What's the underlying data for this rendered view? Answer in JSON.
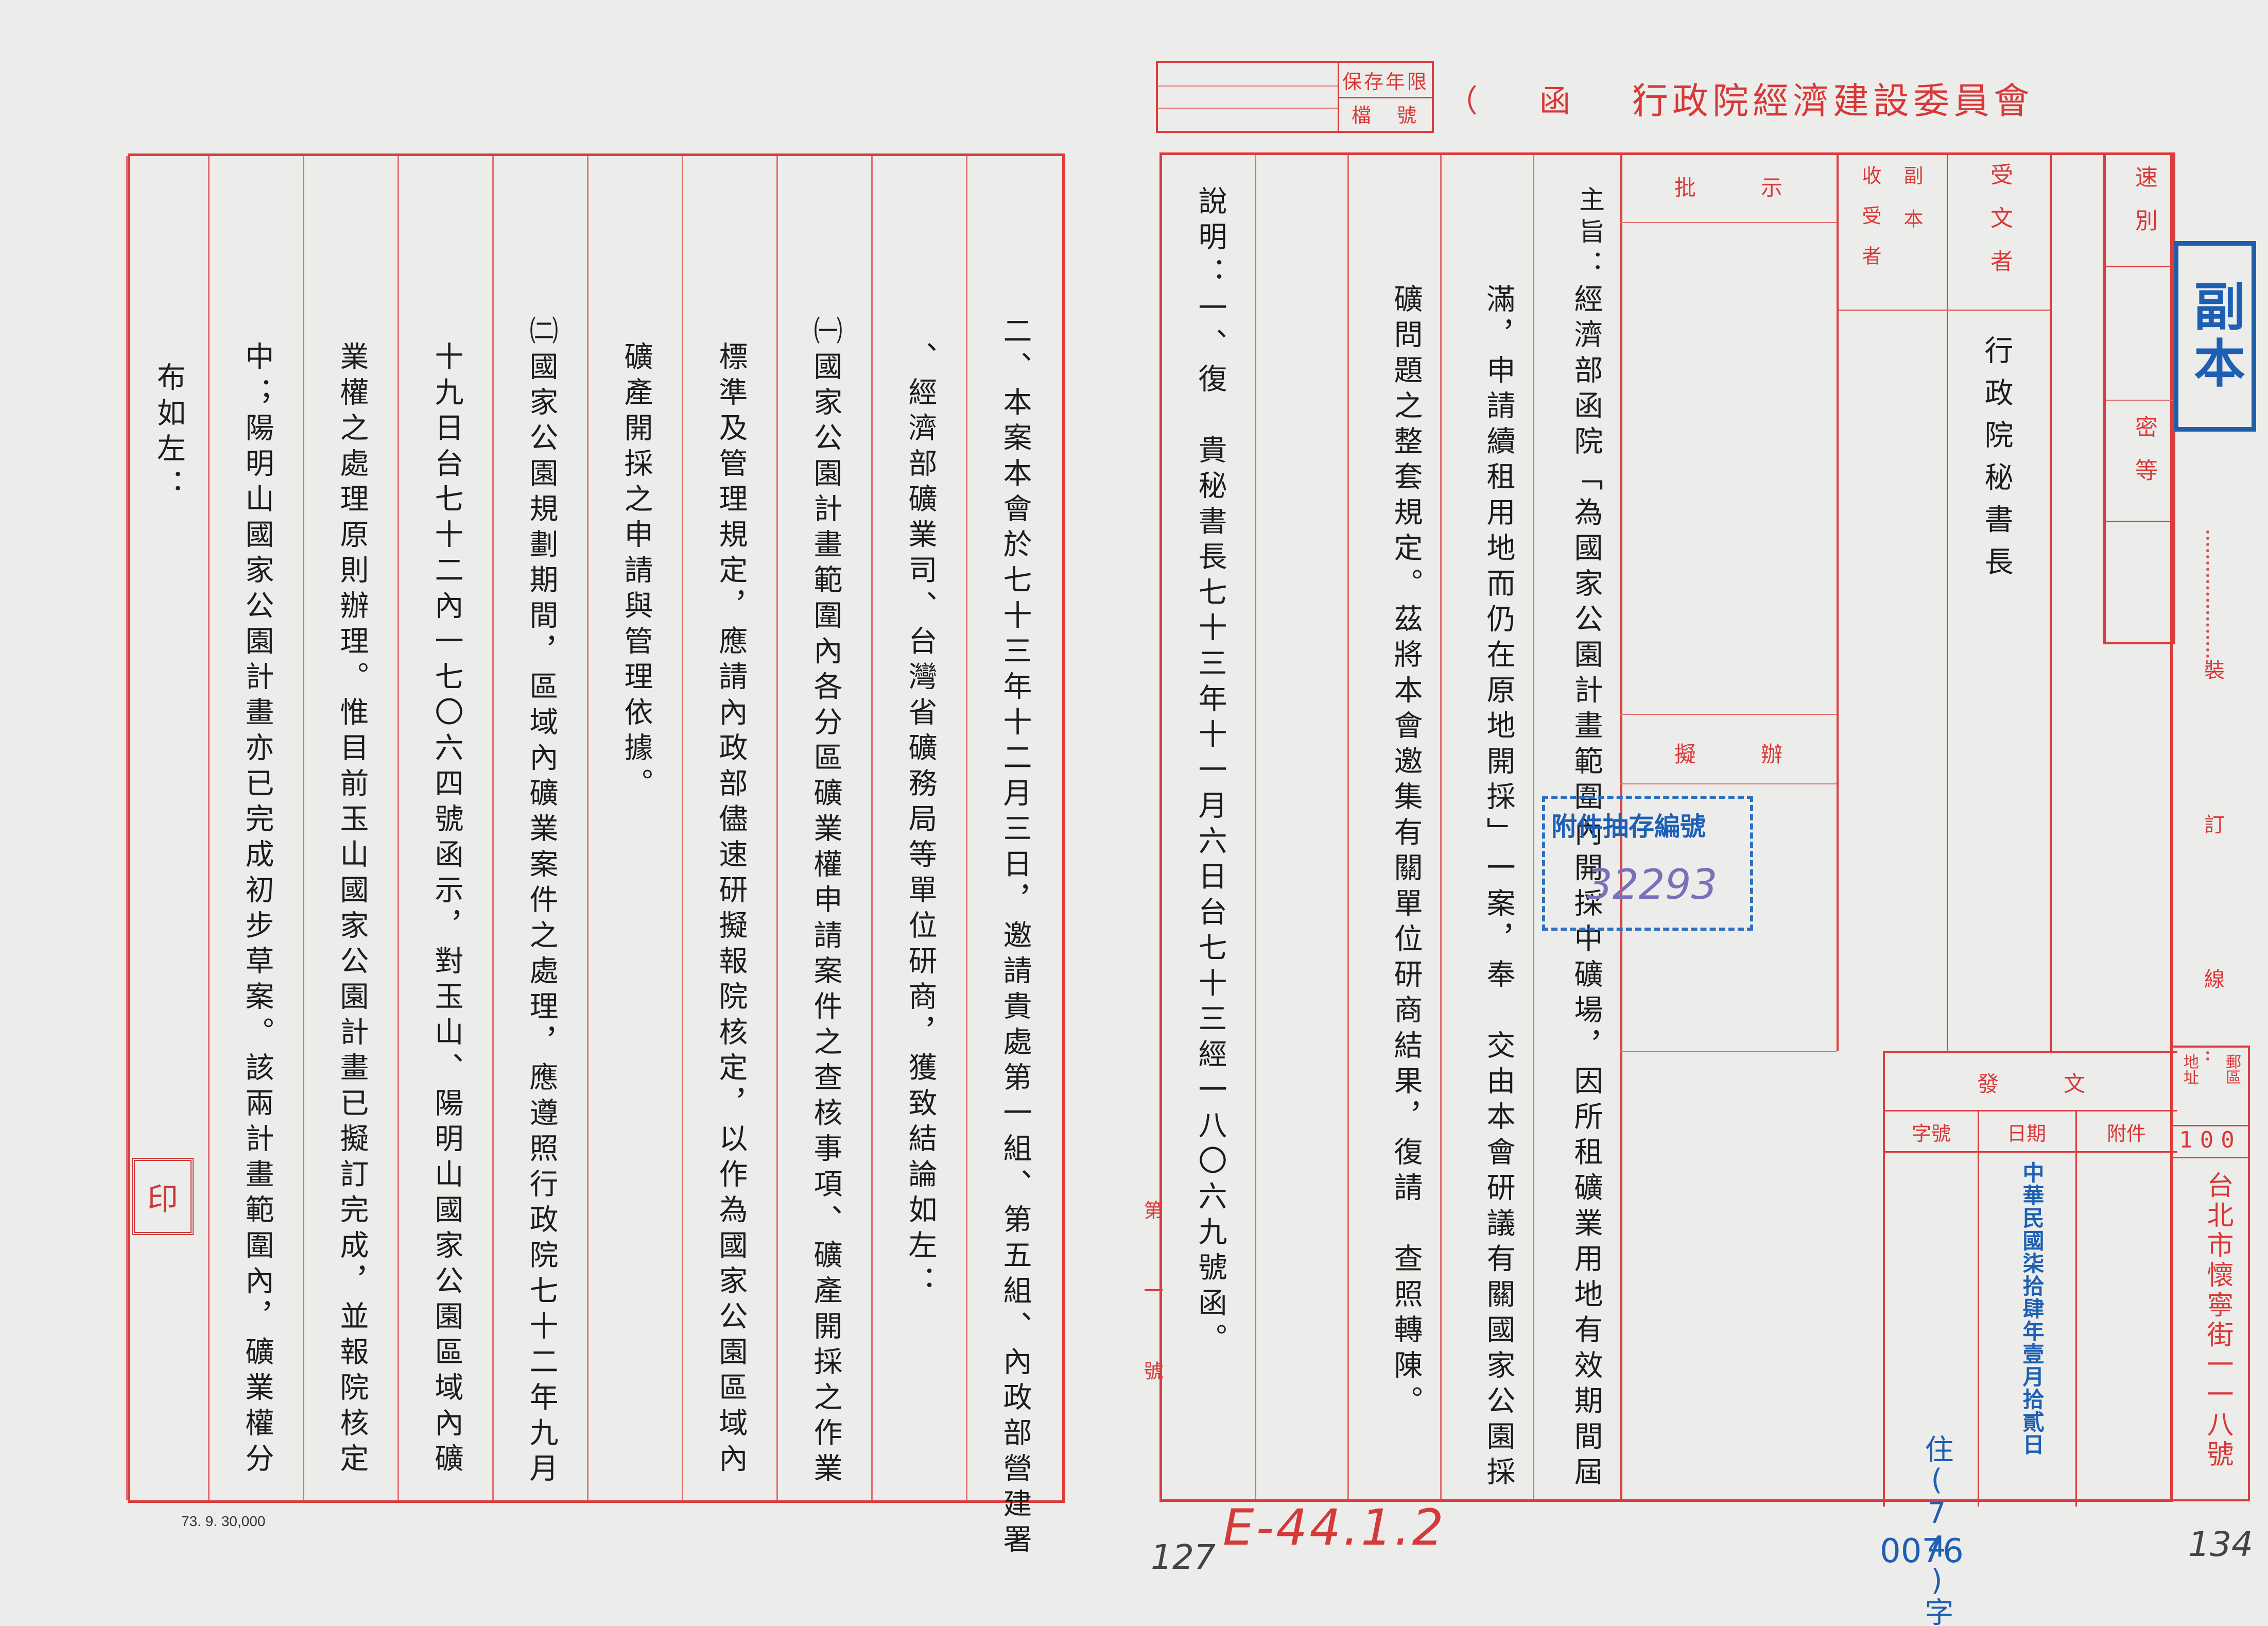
{
  "header": {
    "agency_title": "行政院經濟建設委員會",
    "doc_type_bracket": "（　　函　　）",
    "retention_label": "保存年限",
    "file_number_label": "檔　號"
  },
  "left_page": {
    "columns": [
      "二、本案本會於七十三年十二月三日，邀請貴處第一組、第五組、內政部營建署",
      "、經濟部礦業司、台灣省礦務局等單位研商，獲致結論如左：",
      "㈠國家公園計畫範圍內各分區礦業權申請案件之查核事項、礦產開採之作業",
      "標準及管理規定，應請內政部儘速研擬報院核定，以作為國家公園區域內",
      "礦產開採之申請與管理依據。",
      "㈡國家公園規劃期間，區域內礦業案件之處理，應遵照行政院七十二年九月",
      "十九日台七十二內一七〇六四號函示，對玉山、陽明山國家公園區域內礦",
      "業權之處理原則辦理。惟目前玉山國家公園計畫已擬訂完成，並報院核定",
      "中；陽明山國家公園計畫亦已完成初步草案。該兩計畫範圍內，礦業權分",
      "布如左："
    ],
    "footer_print_code": "73. 9. 30,000",
    "page_number_label": "第　一　號"
  },
  "right_page": {
    "delivery_header": "速別",
    "secrecy_header": "密等",
    "recipient_header": "受文者",
    "recipient": "行政院秘書長",
    "copy_header": "副本",
    "copy_receiver_header": "收受者",
    "instruction_header": "批　　　示",
    "draft_header": "擬　　　辦",
    "subject_label": "主旨：",
    "subject_columns": [
      "經濟部函院「為國家公園計畫範圍內開採中礦場，因所租礦業用地有效期間屆",
      "滿，申請續租用地而仍在原地開採」一案，奉　交由本會研議有關國家公園採",
      "礦問題之整套規定。茲將本會邀集有關單位研商結果，復請　查照轉陳。"
    ],
    "explanation_columns": [
      "說明：一、復　貴秘書長七十三年十一月六日台七十三經一八〇六九號函。"
    ],
    "issue_header": "發　　　文",
    "attachment_label": "附件",
    "date_label": "日期",
    "number_label": "字號",
    "date_value": "中華民國柒拾肆年壹月拾貳日",
    "number_prefix": "住(74)字",
    "number_value": "0076",
    "postal_label": "郵區",
    "postal_code": "100",
    "address_label": "地址",
    "address": "台北市懷寧街一一八號"
  },
  "stamps": {
    "copy_stamp": "副本",
    "attachment_stamp": "附件抽存編號",
    "attachment_number": "32293",
    "seal_text": "印"
  },
  "binding_line": "裝　訂　線",
  "annotations": {
    "archive_code": "E-44.1.2",
    "left_page_no": "127",
    "right_page_no": "134"
  }
}
